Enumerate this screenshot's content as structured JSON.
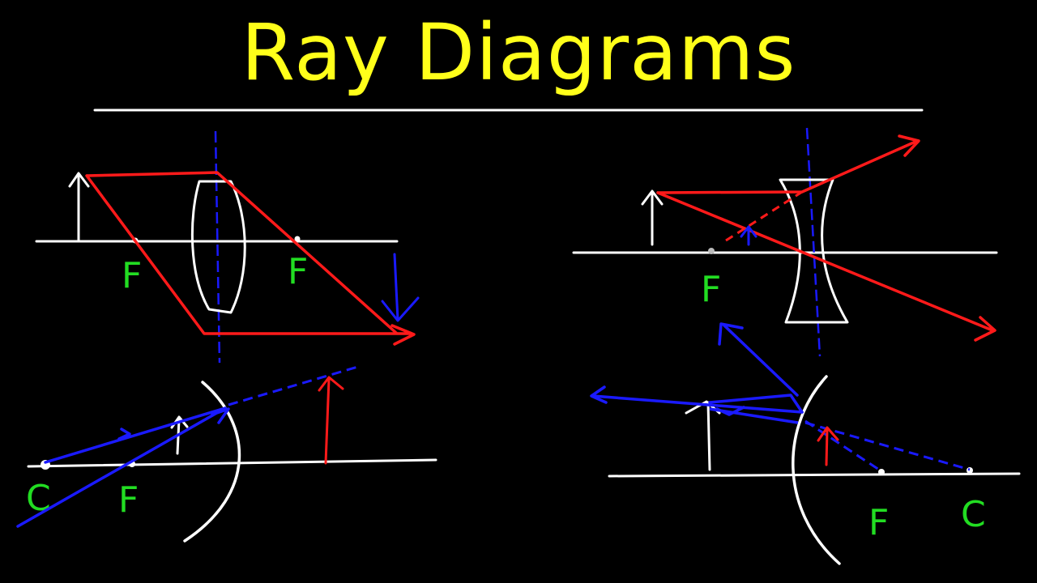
{
  "title": "Ray Diagrams",
  "labels": {
    "focal": "F",
    "center": "C"
  },
  "colors": {
    "background": "#000000",
    "title": "#ffff1a",
    "chalk": "#ffffff",
    "ray_red": "#ff1a1a",
    "ray_blue": "#1a1aff",
    "label_green": "#22dd22",
    "dot": "#bbbbbb"
  },
  "icons": [
    "object-arrow",
    "image-arrow",
    "convex-lens",
    "concave-lens",
    "convex-mirror",
    "concave-mirror"
  ]
}
